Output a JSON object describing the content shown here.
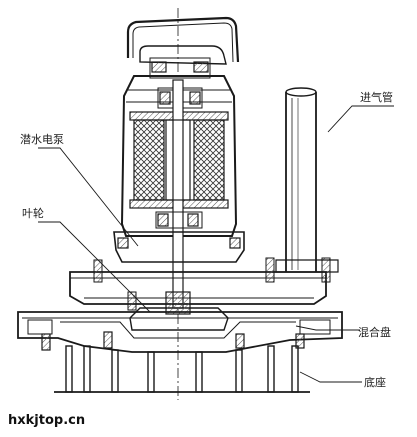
{
  "labels": {
    "air_inlet_pipe": "进气管",
    "submersible_motor_pump": "潜水电泵",
    "impeller": "叶轮",
    "mixing_plate": "混合盘",
    "base": "底座"
  },
  "watermark": "hxkjtop.cn",
  "colors": {
    "line": "#1a1a1a",
    "hatch": "#555555",
    "background": "#ffffff"
  }
}
